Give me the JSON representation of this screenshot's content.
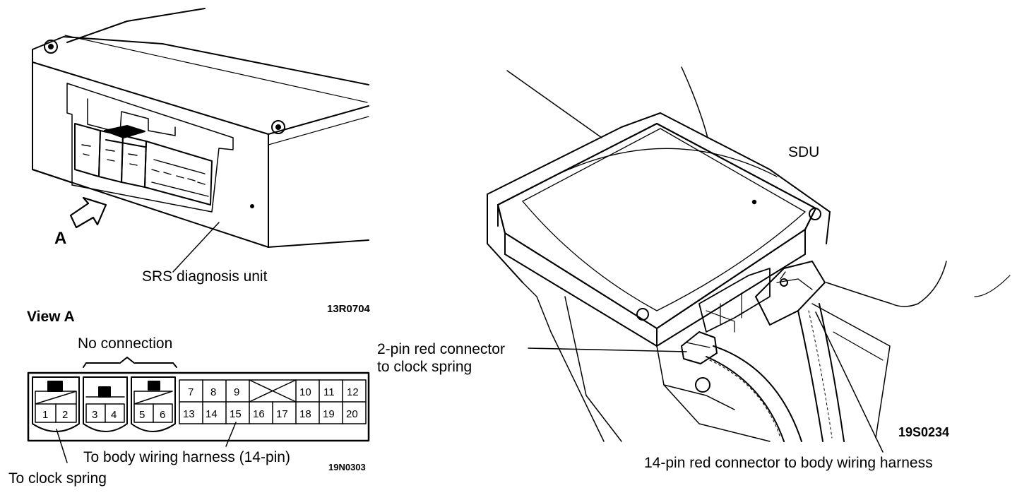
{
  "figure_a": {
    "unit_label": "SRS diagnosis unit",
    "arrow_label": "A",
    "figure_code": "13R0704"
  },
  "view_a": {
    "title": "View A",
    "no_connection_label": "No connection",
    "clock_spring_connector_pins": [
      "1",
      "2"
    ],
    "no_connection_connector_pins": [
      [
        "3",
        "4"
      ],
      [
        "5",
        "6"
      ]
    ],
    "body_harness_connector_pins_top": [
      "7",
      "8",
      "9",
      "10",
      "11",
      "12"
    ],
    "body_harness_connector_pins_bottom": [
      "13",
      "14",
      "15",
      "16",
      "17",
      "18",
      "19",
      "20"
    ],
    "body_harness_label": "To body wiring harness (14-pin)",
    "clock_spring_label": "To clock spring",
    "figure_code": "19N0303"
  },
  "figure_b": {
    "sdu_label": "SDU",
    "two_pin_label_line1": "2-pin red connector",
    "two_pin_label_line2": "to clock spring",
    "fourteen_pin_label": "14-pin red connector to body wiring harness",
    "figure_code": "19S0234"
  }
}
